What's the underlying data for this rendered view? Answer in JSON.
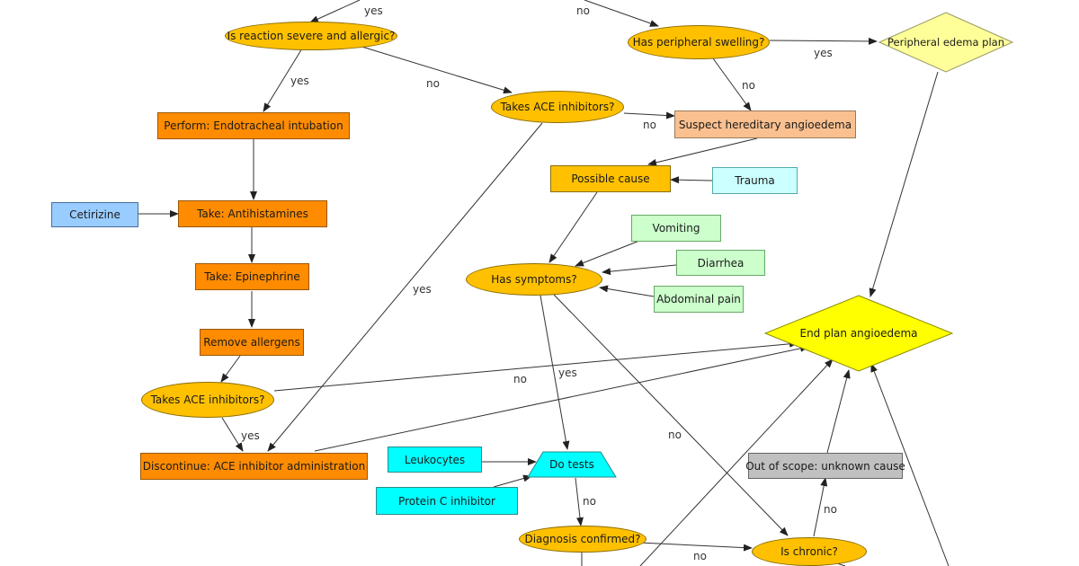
{
  "nodes": {
    "reaction_severe": "Is reaction severe and allergic?",
    "peripheral_swelling": "Has peripheral swelling?",
    "peripheral_edema_plan": "Peripheral edema plan",
    "perform_intubation": "Perform: Endotracheal intubation",
    "takes_ace_top": "Takes ACE inhibitors?",
    "suspect_hereditary": "Suspect hereditary angioedema",
    "possible_cause": "Possible cause",
    "trauma": "Trauma",
    "cetirizine": "Cetirizine",
    "take_antihistamines": "Take: Antihistamines",
    "vomiting": "Vomiting",
    "diarrhea": "Diarrhea",
    "has_symptoms": "Has symptoms?",
    "abdominal_pain": "Abdominal pain",
    "take_epinephrine": "Take: Epinephrine",
    "end_plan": "End plan angioedema",
    "remove_allergens": "Remove allergens",
    "takes_ace_left": "Takes ACE inhibitors?",
    "discontinue_ace": "Discontinue: ACE inhibitor administration",
    "leukocytes": "Leukocytes",
    "do_tests": "Do tests",
    "out_of_scope": "Out of scope: unknown cause",
    "protein_c": "Protein C inhibitor",
    "diagnosis_confirmed": "Diagnosis confirmed?",
    "is_chronic": "Is chronic?"
  },
  "edge_labels": {
    "top_yes": "yes",
    "top_no": "no",
    "swelling_yes": "yes",
    "severe_yes": "yes",
    "severe_no": "no",
    "swelling_no": "no",
    "ace_top_no": "no",
    "ace_top_yes": "yes",
    "symptoms_yes": "yes",
    "ace_left_no": "no",
    "ace_left_yes": "yes",
    "symptoms_no": "no",
    "tests_no": "no",
    "chronic_no": "no",
    "diag_no": "no"
  },
  "colors": {
    "orange": "#FF8C00",
    "gold": "#FFC000",
    "yellow": "#FFFF00",
    "light_yellow": "#FFFF99",
    "peach": "#FAC090",
    "light_cyan": "#CCFFFF",
    "light_green": "#CCFFCC",
    "blue": "#99CCFF",
    "cyan": "#00FFFF",
    "gray": "#C0C0C0"
  }
}
